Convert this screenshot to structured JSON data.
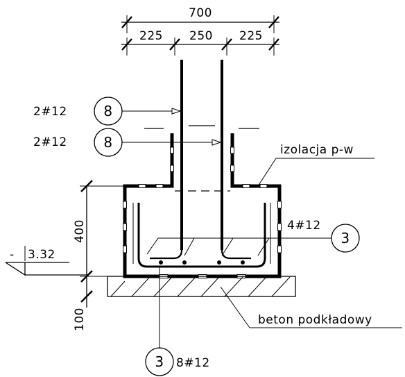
{
  "dimensions": {
    "total_width": "700",
    "left": "225",
    "middle": "250",
    "right": "225",
    "footing_height": "400",
    "lean_concrete_height": "100"
  },
  "level": {
    "sign": "-",
    "value": "3.32"
  },
  "rebar_callouts": {
    "column_upper": {
      "count": "2#12",
      "mark": "8"
    },
    "column_lower": {
      "count": "2#12",
      "mark": "8"
    },
    "footing_inner": {
      "count": "4#12",
      "mark": "3"
    },
    "footing_bottom": {
      "count": "8#12",
      "mark": "3"
    }
  },
  "labels": {
    "insulation": "izolacja p-w",
    "lean_concrete": "beton podkładowy"
  }
}
